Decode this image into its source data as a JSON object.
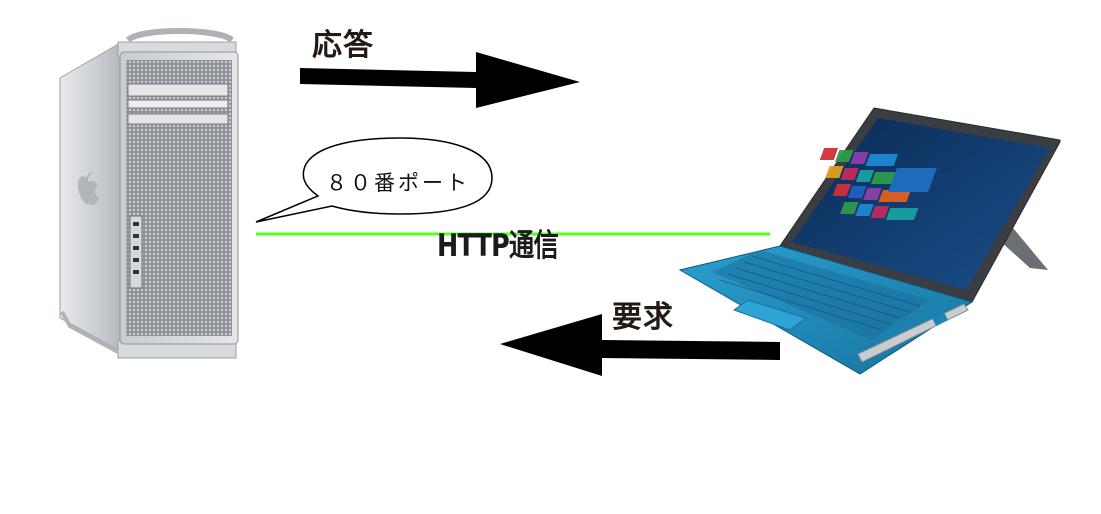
{
  "labels": {
    "response": "応答",
    "request": "要求",
    "protocol": "HTTP通信",
    "port_bubble": "８０番ポート"
  },
  "colors": {
    "link_line": "#55ff22",
    "arrow": "#000000",
    "tablet_keyboard": "#1d86b5"
  },
  "icons": {
    "server": "mac-pro-tower-icon",
    "client": "surface-tablet-icon"
  }
}
